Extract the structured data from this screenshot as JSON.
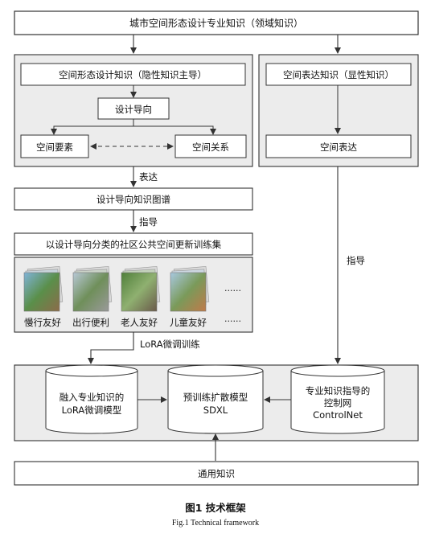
{
  "diagram": {
    "top_title": "城市空间形态设计专业知识（领域知识）",
    "left_group": {
      "header": "空间形态设计知识（隐性知识主导）",
      "guidance": "设计导向",
      "element": "空间要素",
      "relation": "空间关系"
    },
    "right_group": {
      "header": "空间表达知识（显性知识）",
      "expression": "空间表达"
    },
    "labels": {
      "express": "表达",
      "guide1": "指导",
      "guide2": "指导",
      "lora_training": "LoRA微调训练"
    },
    "knowledge_graph": "设计导向知识图谱",
    "training_set": "以设计导向分类的社区公共空间更新训练集",
    "image_categories": [
      "慢行友好",
      "出行便利",
      "老人友好",
      "儿童友好"
    ],
    "ellipsis": "……",
    "models": {
      "lora": [
        "融入专业知识的",
        "LoRA微调模型"
      ],
      "sdxl": [
        "预训练扩散模型",
        "SDXL"
      ],
      "controlnet": [
        "专业知识指导的",
        "控制网",
        "ControlNet"
      ]
    },
    "general_knowledge": "通用知识",
    "caption_cn": "图1  技术框架",
    "caption_en": "Fig.1  Technical framework"
  },
  "colors": {
    "line": "#333333",
    "panel_bg": "#ececec",
    "box_bg": "#ffffff"
  }
}
